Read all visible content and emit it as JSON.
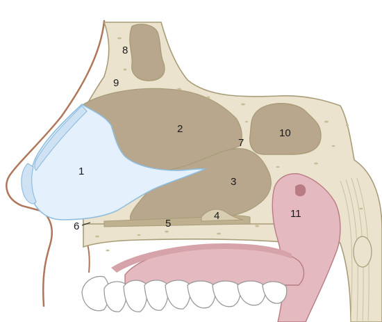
{
  "labels": [
    "1",
    "2",
    "3",
    "4",
    "5",
    "6",
    "7",
    "8",
    "9",
    "10",
    "11"
  ],
  "colors": {
    "skin_outline": "#b0765a",
    "bone": "#ebe3cd",
    "bone_outline": "#a89c78",
    "bone_pores": "#c9bc98",
    "septal_plates": "#bfb08f",
    "cartilage_blue": "#e4f0fb",
    "cartilage_edge": "#8fbde0",
    "sinus_brown": "#b8a78c",
    "mucosa_pink": "#e4b9bf",
    "mucosa_dark": "#b97b84",
    "teeth": "#ffffff",
    "teeth_outline": "#9a9a9a"
  }
}
